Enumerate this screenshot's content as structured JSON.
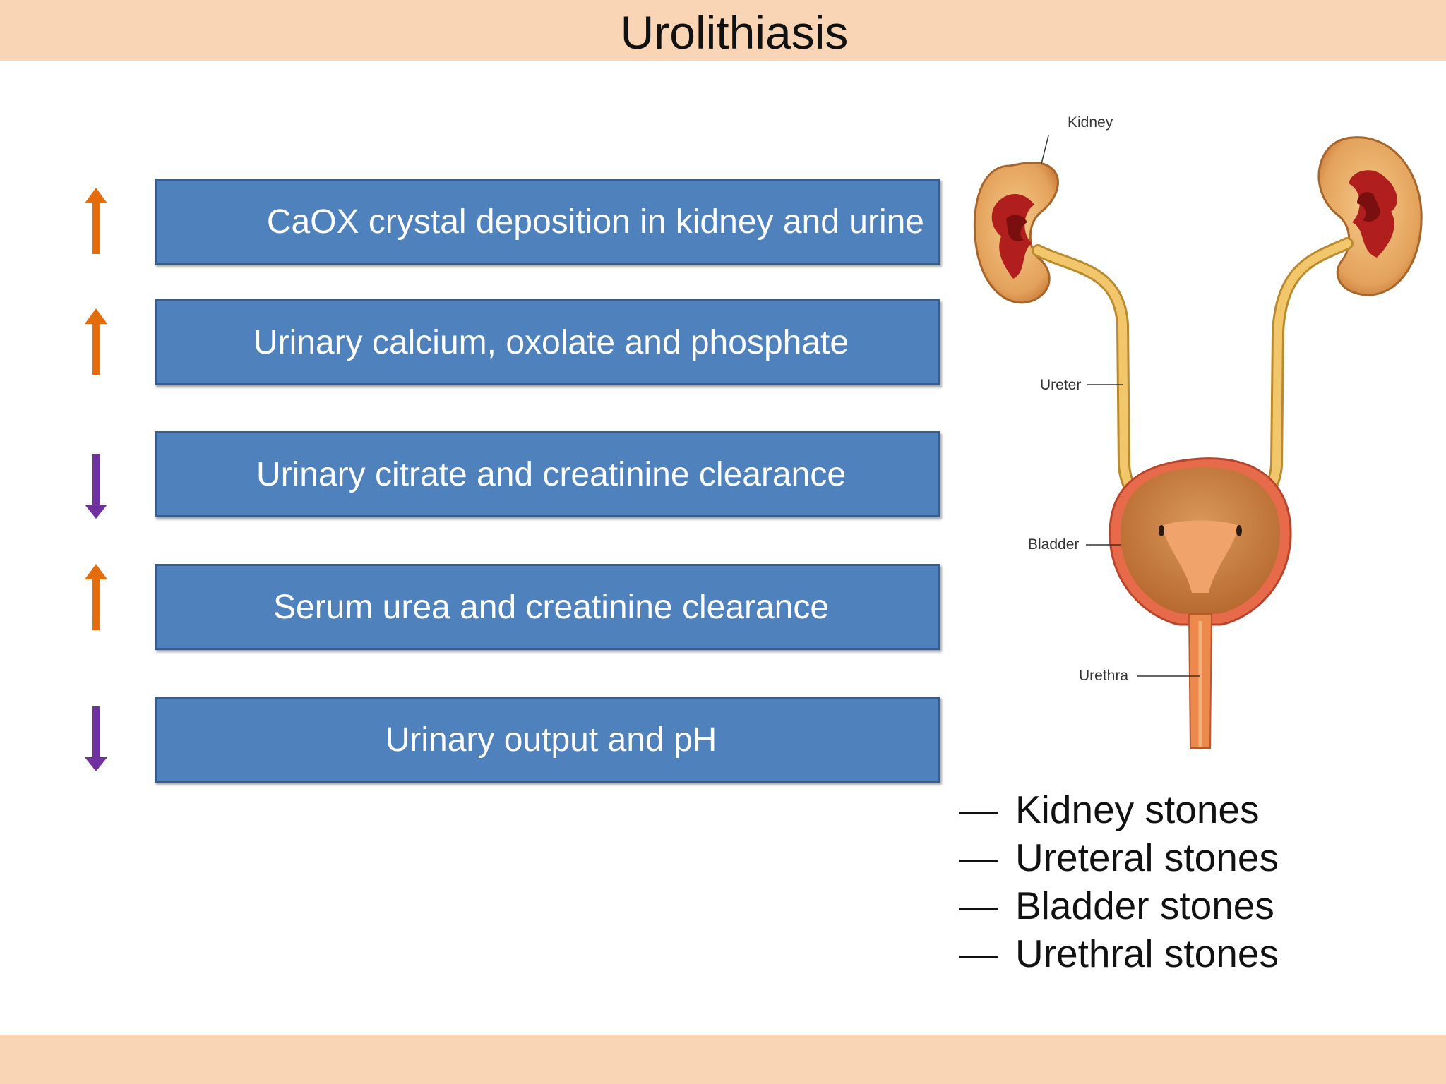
{
  "title": "Urolithiasis",
  "factors": [
    {
      "label": "CaOX crystal deposition in kidney and urine",
      "direction": "up",
      "arrow_color": "#e46c0a"
    },
    {
      "label": "Urinary calcium, oxolate and phosphate",
      "direction": "up",
      "arrow_color": "#e46c0a"
    },
    {
      "label": "Urinary citrate and creatinine clearance",
      "direction": "down",
      "arrow_color": "#7030a0"
    },
    {
      "label": "Serum urea and creatinine clearance",
      "direction": "up",
      "arrow_color": "#e46c0a"
    },
    {
      "label": "Urinary output and pH",
      "direction": "down",
      "arrow_color": "#7030a0"
    }
  ],
  "anatomy_labels": {
    "kidney": "Kidney",
    "ureter": "Ureter",
    "bladder": "Bladder",
    "urethra": "Urethra"
  },
  "stone_types": {
    "dash": "—",
    "items": [
      "Kidney stones",
      "Ureteral stones",
      "Bladder stones",
      "Urethral stones"
    ]
  },
  "colors": {
    "header_band": "#f9d5b5",
    "box_fill": "#4f81bd",
    "box_border": "#385d8a",
    "up_arrow": "#e46c0a",
    "down_arrow": "#7030a0"
  }
}
